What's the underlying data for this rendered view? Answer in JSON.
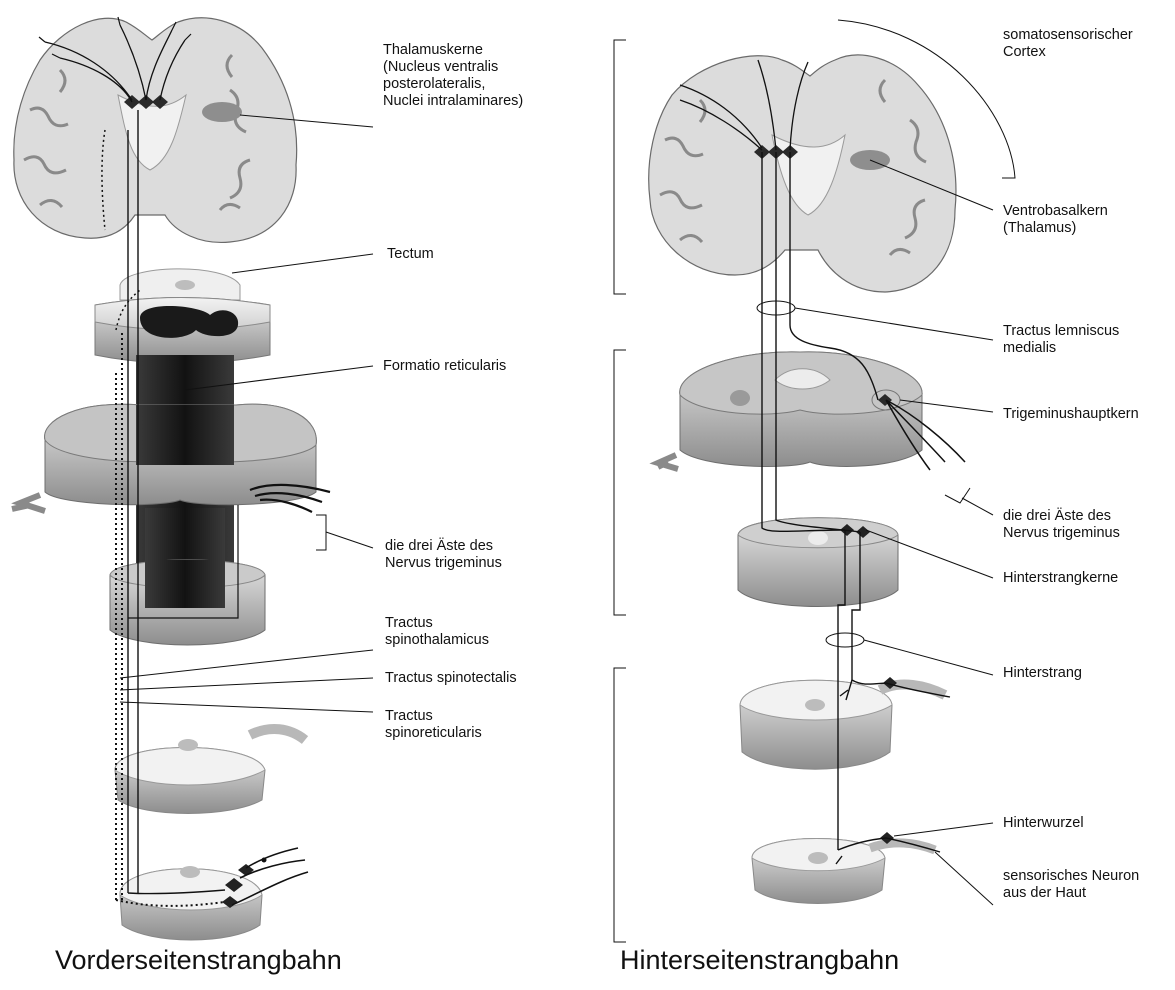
{
  "left_panel": {
    "caption": "Vorderseitenstrangbahn",
    "labels": {
      "thalamuskerne": "Thalamuskerne\n(Nucleus ventralis\nposterolateralis,\nNuclei intralaminares)",
      "tectum": "Tectum",
      "formatio": "Formatio reticularis",
      "aeste": "die drei Äste des\nNervus trigeminus",
      "spinothalamicus": "Tractus\nspinothalamicus",
      "spinotectalis": "Tractus spinotectalis",
      "spinoreticularis": "Tractus\nspinoreticularis"
    }
  },
  "right_panel": {
    "caption": "Hinterseitenstrangbahn",
    "labels": {
      "cortex": "somatosensorischer\nCortex",
      "ventrobasal": "Ventrobasalkern\n(Thalamus)",
      "lemniscus": "Tractus lemniscus\nmedialis",
      "trigeminushaupt": "Trigeminushauptkern",
      "aeste": "die drei Äste des\nNervus trigeminus",
      "hinterstrangkerne": "Hinterstrangkerne",
      "hinterstrang": "Hinterstrang",
      "hinterwurzel": "Hinterwurzel",
      "sensorisch": "sensorisches Neuron\naus der Haut"
    }
  },
  "colors": {
    "tissue": "#d6d6d6",
    "tissue_dark": "#9a9a9a",
    "white_matter": "#ededed",
    "tract": "#101010",
    "nucleus": "#3a3a3a"
  }
}
